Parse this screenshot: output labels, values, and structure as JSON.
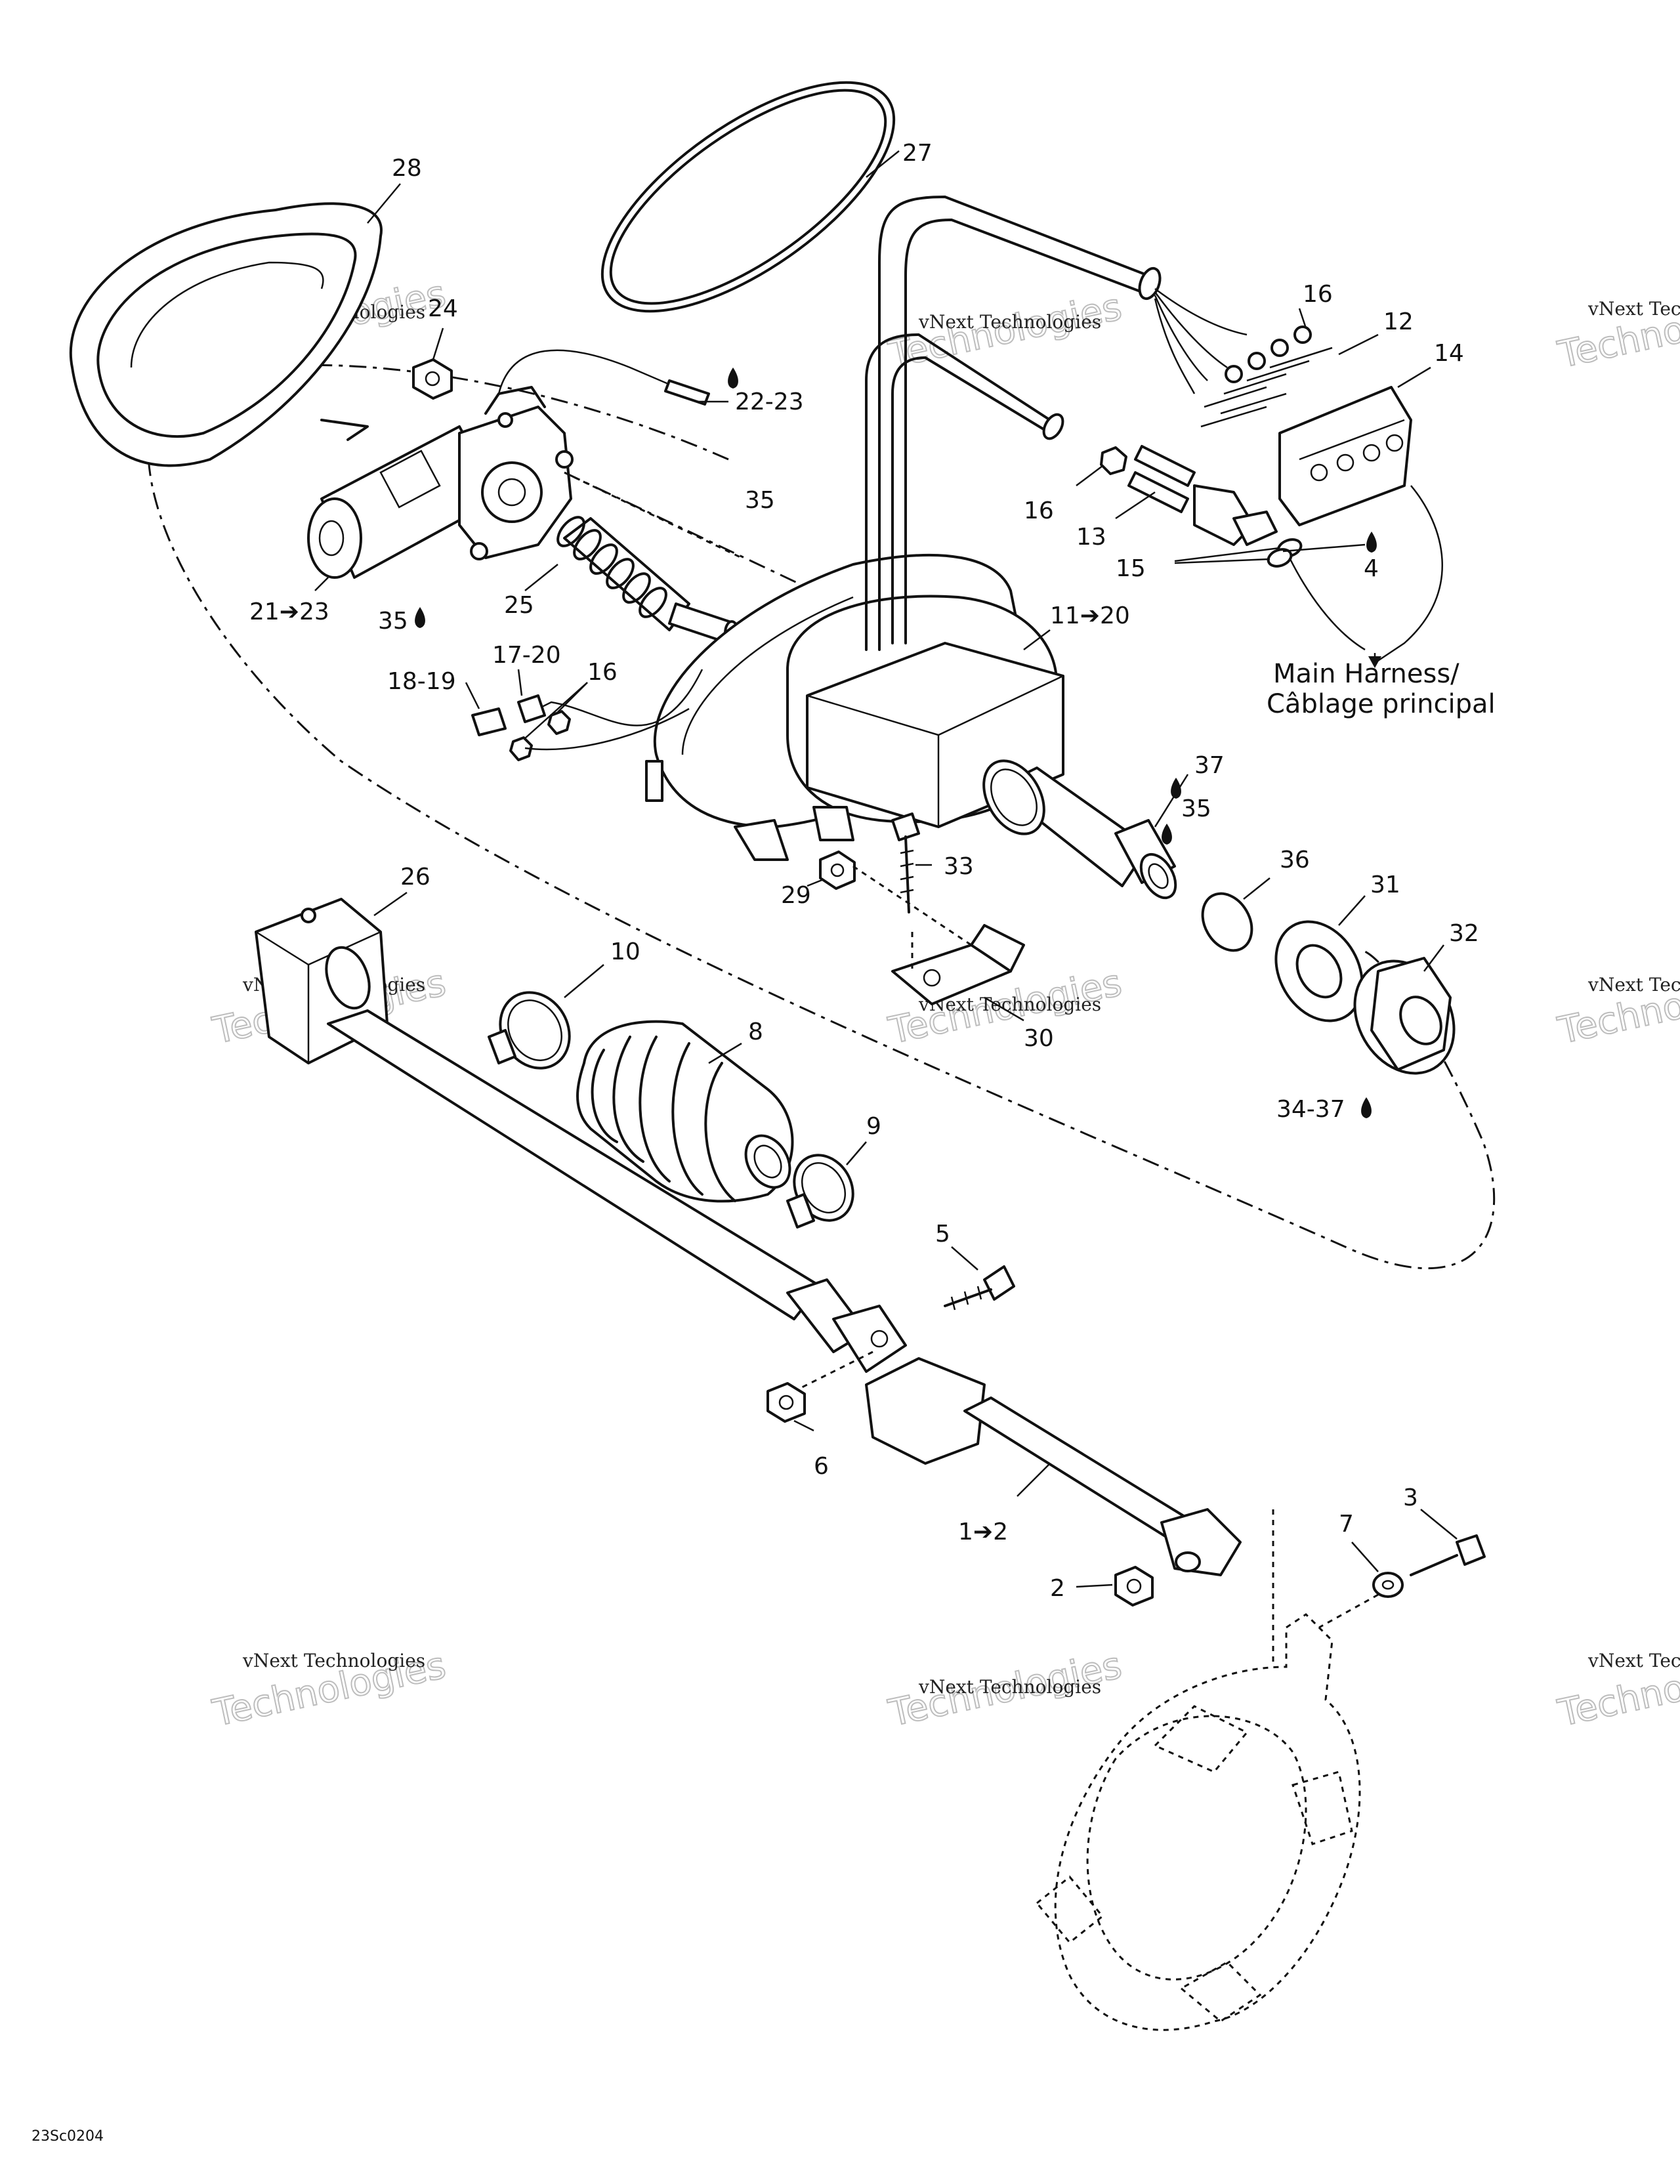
{
  "diagram": {
    "code": "23Sc0204",
    "harness_note": [
      "Main Harness/",
      "Câblage principal"
    ],
    "watermark": {
      "line1": "vNext Technologies",
      "line2": "Technologies"
    },
    "callouts": {
      "c28": "28",
      "c27": "27",
      "c24": "24",
      "c22_23": "22-23",
      "c16a": "16",
      "c12": "12",
      "c14": "14",
      "c16b": "16",
      "c13": "13",
      "c15": "15",
      "c4": "4",
      "c35a": "35",
      "c21_23": "21➔23",
      "c35b": "35",
      "c25": "25",
      "c11_20": "11➔20",
      "c17_20": "17-20",
      "c18_19": "18-19",
      "c16c": "16",
      "c37": "37",
      "c35c": "35",
      "c36": "36",
      "c33": "33",
      "c29": "29",
      "c31": "31",
      "c32": "32",
      "c26": "26",
      "c10": "10",
      "c8": "8",
      "c30": "30",
      "c34_37": "34-37",
      "c9": "9",
      "c5": "5",
      "c6": "6",
      "c1_2": "1➔2",
      "c7": "7",
      "c3": "3",
      "c2": "2"
    }
  }
}
